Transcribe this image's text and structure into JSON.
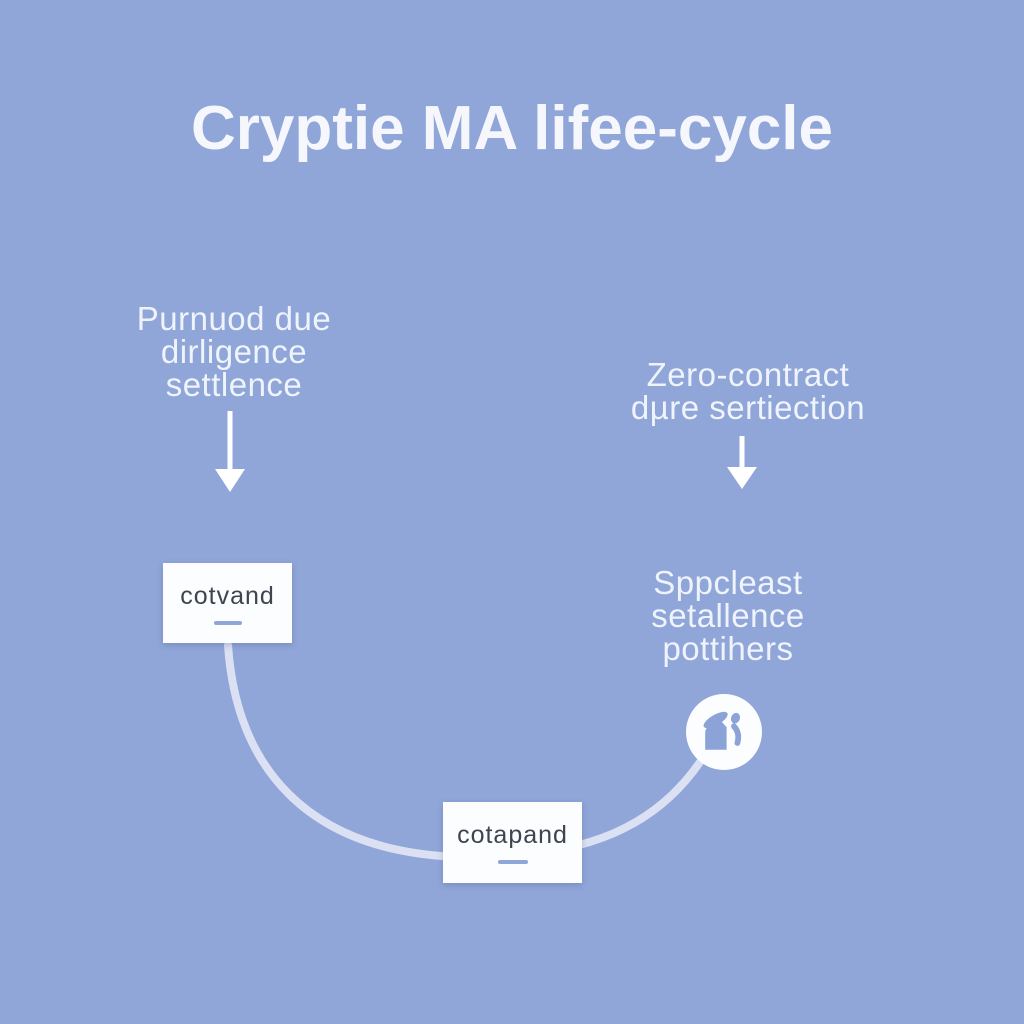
{
  "title": "Cryptie MA lifee-cycle",
  "annotations": {
    "top_left": {
      "lines": [
        "Purnuod due",
        "dirligence",
        "settlence"
      ]
    },
    "top_right": {
      "lines": [
        "Zero-contract",
        "dµre sertiection"
      ]
    },
    "mid_right": {
      "lines": [
        "Sppcleast",
        "setallence",
        "pottihers"
      ]
    }
  },
  "nodes": {
    "left_box": {
      "label": "cotvand"
    },
    "bottom_box": {
      "label": "cotapand"
    },
    "circle": {
      "icon": "person-leaning-house-icon"
    }
  },
  "connectors": {
    "left_arrow": "down-arrow",
    "right_arrow": "down-arrow",
    "curve": "arc-from-left-box-through-bottom-box-to-circle"
  },
  "colors": {
    "background": "#90A6D8",
    "title_text": "#F5F7FC",
    "annotation_text": "#EFF3FB",
    "box_background": "#FCFDFE",
    "box_text": "#3E4450",
    "box_dash": "#8FA6D8",
    "curve": "#DFE4F4",
    "arrow": "#FFFFFF",
    "icon": "#8CA3D8"
  }
}
